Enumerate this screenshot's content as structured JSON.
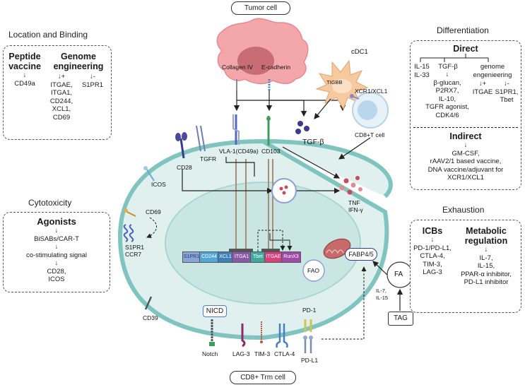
{
  "top_label": "Tumor cell",
  "bottom_label": "CD8+ Trm cell",
  "left": {
    "location": {
      "title": "Location and Binding",
      "col1_head1": "Peptide",
      "col1_head2": "vaccine",
      "col1_arrow": "↓",
      "col1_item": "CD49a",
      "col2_head1": "Genome",
      "col2_head2": "engineering",
      "col2a_arrow": "↓+",
      "col2a_items": [
        "ITGAE,",
        "ITGA1,",
        "CD244,",
        "XCL1,",
        "CD69"
      ],
      "col2b_arrow": "↓-",
      "col2b_items": [
        "S1PR1"
      ]
    },
    "cytotoxicity": {
      "title": "Cytotoxicity",
      "head": "Agonists",
      "lines": [
        "↓",
        "BiSABs/CAR-T",
        "↓",
        "co-stimulating signal",
        "↓",
        "CD28,",
        "ICOS"
      ]
    }
  },
  "right": {
    "differentiation": {
      "title": "Differentiation",
      "direct_head": "Direct",
      "col1": [
        "IL-15",
        "IL-33"
      ],
      "col2_head": "TGF-β",
      "col2": [
        "↓",
        "β-glucan,",
        "P2RX7,",
        "IL-10,",
        "TGFR agonist,",
        "CDK4/6"
      ],
      "col3_head": "genome",
      "col3_head2": "engenieering",
      "col3a": [
        "↓+",
        "ITGAE"
      ],
      "col3b": [
        "↓-",
        "S1PR1,",
        "Tbet"
      ],
      "indirect_head": "Indirect",
      "indirect_lines": [
        "↓",
        "GM-CSF,",
        "rAAV2/1 based vaccine,",
        "DNA vaccine/adjuvant for",
        "XCR1/XCL1"
      ]
    },
    "exhaustion": {
      "title": "Exhaustion",
      "icb_head": "ICBs",
      "icb_lines": [
        "↓",
        "PD-1/PD-L1,",
        "CTLA-4,",
        "TIM-3,",
        "LAG-3"
      ],
      "meta_head1": "Metabolic",
      "meta_head2": "regulation",
      "meta_lines": [
        "↓",
        "IL-7,",
        "IL-15,",
        "PPAR-α inhibitor,",
        "PD-L1 inhibitor"
      ]
    }
  },
  "diagram": {
    "collagen": "Collagen IV",
    "ecadherin": "E-cadherin",
    "cdc1": "cDC1",
    "tigbb": "TIGBB",
    "xcr1": "XCR1/XCL1",
    "cd8t": "CD8+T cell",
    "tgfb": "TGF-β",
    "cd28": "CD28",
    "tgfr": "TGFR",
    "vla1": "VLA-1(CD49a)",
    "cd103": "CD103",
    "icos": "ICOS",
    "cd69": "CD69",
    "s1pr1": "S1PR1",
    "ccr7": "CCR7",
    "tnf": "TNF",
    "ifng": "IFN-γ",
    "fabp": "FABP4/5",
    "fao": "FAO",
    "fa": "FA",
    "il7": "IL-7,",
    "il15": "IL-15",
    "tag": "TAG",
    "nicd": "NICD",
    "notch": "Notch",
    "lag3": "LAG-3",
    "tim3": "TIM-3",
    "ctla4": "CTLA-4",
    "pd1": "PD-1",
    "pdl1": "PD-L1",
    "cd39": "CD39",
    "genes": [
      "S1PR1",
      "CD244",
      "XCL1",
      "ITGA1",
      "Tbet",
      "ITGAE",
      "RunX3"
    ]
  },
  "colors": {
    "cell_border": "#7fc4bf",
    "cell_fill": "#dff0ee",
    "nucleus_fill": "#c9e6e2",
    "tumor": "#f1a3a7",
    "mito": "#c66a6a",
    "purple": "#3b3a8c"
  }
}
